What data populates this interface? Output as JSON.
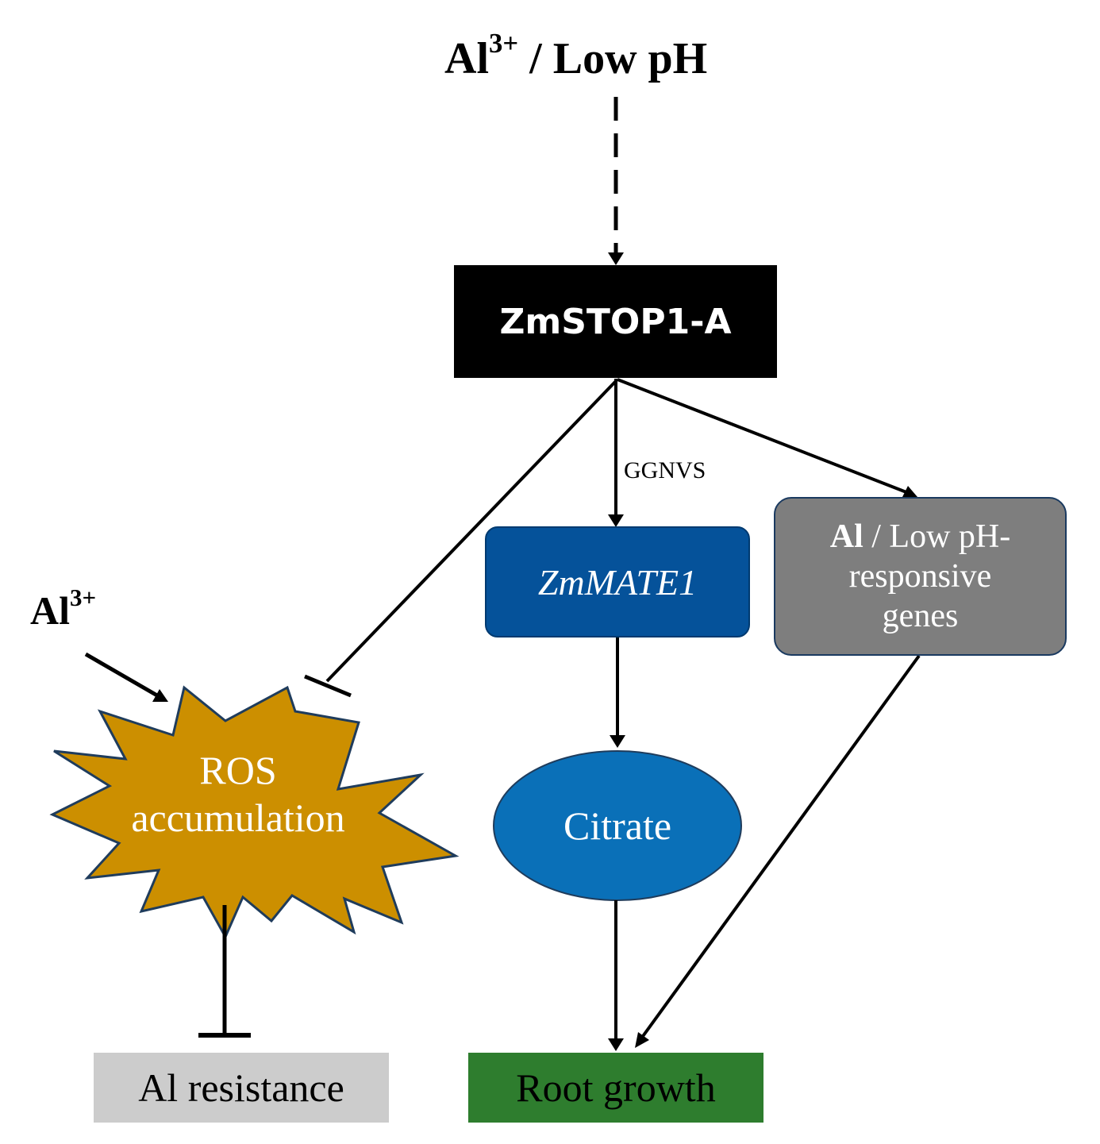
{
  "top_input": {
    "element": "Al",
    "charge": "3+",
    "rest": " / Low pH"
  },
  "left_input": {
    "element": "Al",
    "charge": "3+"
  },
  "stop1": {
    "label": "ZmSTOP1-A"
  },
  "edge_label": "GGNVS",
  "mate": {
    "label": "ZmMATE1"
  },
  "genes": {
    "bold_part": "Al",
    "line1_rest": " / Low pH-",
    "line2": "responsive",
    "line3": "genes"
  },
  "citrate": {
    "label": "Citrate"
  },
  "ros": {
    "line1": "ROS",
    "line2": "accumulation"
  },
  "al_resistance": {
    "label": "Al resistance"
  },
  "root_growth": {
    "label": "Root growth"
  },
  "colors": {
    "stop1_fill": "#000000",
    "mate_fill": "#05529a",
    "genes_fill": "#7e7e7e",
    "citrate_fill": "#0a70b8",
    "ros_fill": "#cc8f00",
    "al_resistance_fill": "#cccccc",
    "root_growth_fill": "#2e7d2e"
  }
}
